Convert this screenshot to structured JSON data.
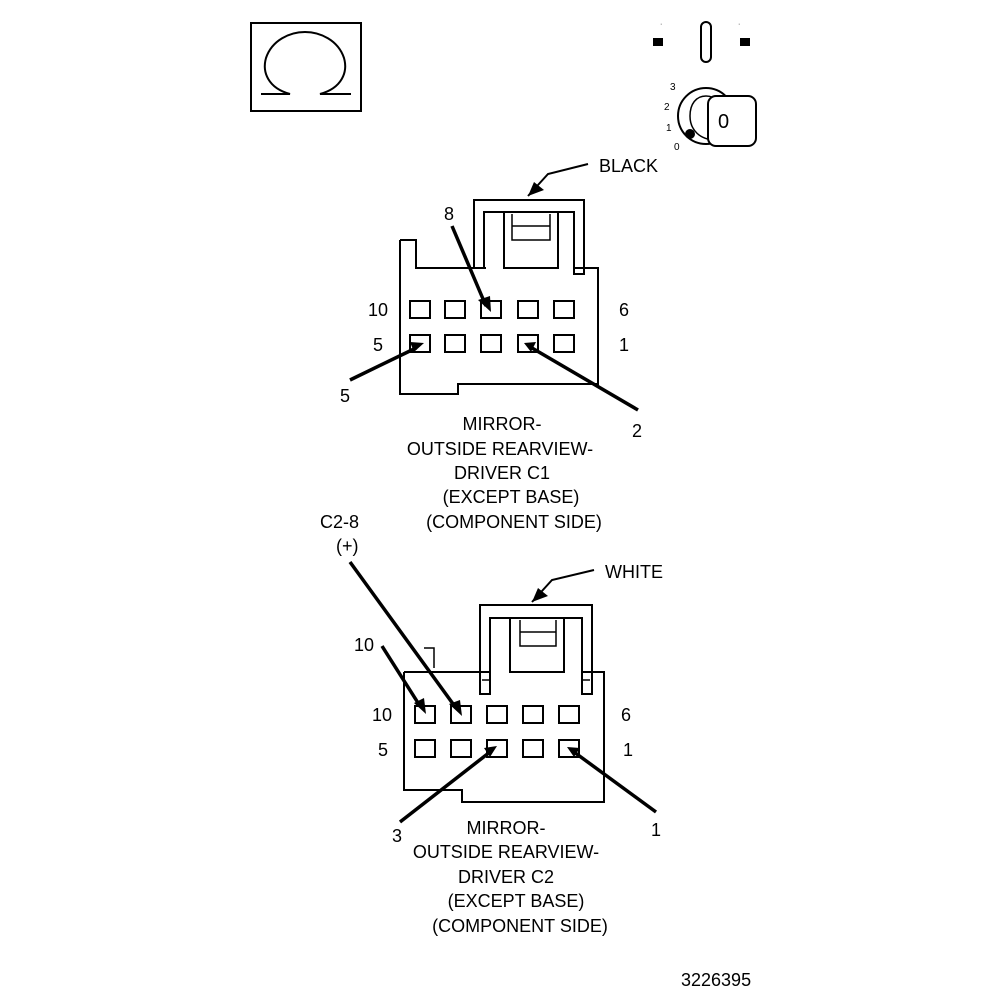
{
  "ignition_icon": {
    "positions": [
      "3",
      "2",
      "1",
      "0"
    ],
    "key_label": "0"
  },
  "connector_c1": {
    "color_label": "BLACK",
    "row_labels": {
      "top_left": "10",
      "top_right": "6",
      "bottom_left": "5",
      "bottom_right": "1"
    },
    "callouts": {
      "pin8": "8",
      "pin5": "5",
      "pin2": "2"
    },
    "caption": [
      "MIRROR-",
      "OUTSIDE REARVIEW-",
      "DRIVER C1",
      "(EXCEPT BASE)",
      "(COMPONENT SIDE)"
    ]
  },
  "connector_c2": {
    "color_label": "WHITE",
    "row_labels": {
      "top_left": "10",
      "top_right": "6",
      "bottom_left": "5",
      "bottom_right": "1"
    },
    "callouts": {
      "c2_8_line1": "C2-8",
      "c2_8_line2": "(+)",
      "pin10": "10",
      "pin3": "3",
      "pin1": "1"
    },
    "caption": [
      "MIRROR-",
      "OUTSIDE REARVIEW-",
      "DRIVER C2",
      "(EXCEPT BASE)",
      "(COMPONENT SIDE)"
    ]
  },
  "figure_number": "3226395"
}
